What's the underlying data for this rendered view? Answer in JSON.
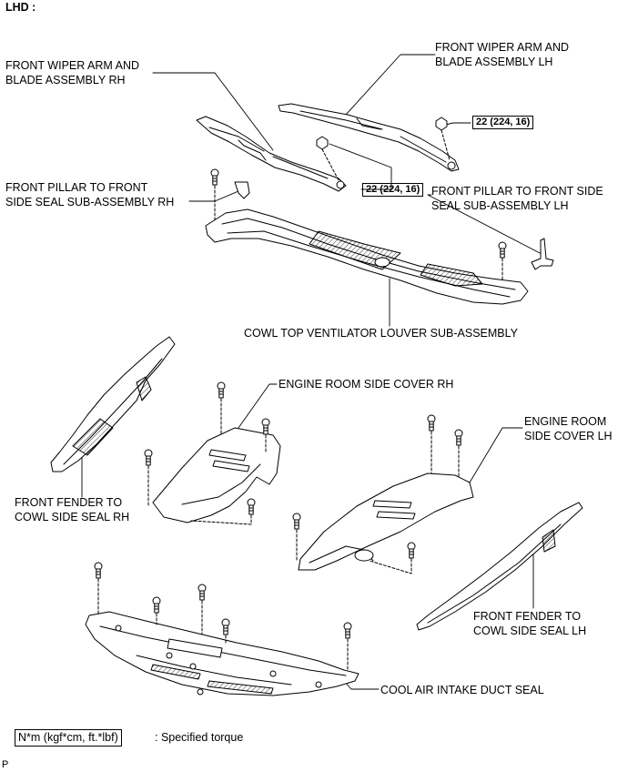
{
  "header": {
    "mode": "LHD :"
  },
  "labels": {
    "wiper_rh": "FRONT WIPER ARM AND\nBLADE ASSEMBLY RH",
    "wiper_lh": "FRONT WIPER ARM AND\nBLADE ASSEMBLY LH",
    "pillar_rh": "FRONT PILLAR TO FRONT\nSIDE SEAL SUB-ASSEMBLY RH",
    "pillar_lh": "FRONT PILLAR TO FRONT SIDE\nSEAL SUB-ASSEMBLY LH",
    "louver": "COWL TOP VENTILATOR LOUVER SUB-ASSEMBLY",
    "engine_rh": "ENGINE ROOM SIDE COVER RH",
    "engine_lh": "ENGINE ROOM\nSIDE COVER LH",
    "fender_rh": "FRONT FENDER TO\nCOWL SIDE SEAL RH",
    "fender_lh": "FRONT FENDER TO\nCOWL SIDE SEAL LH",
    "duct": "COOL AIR INTAKE DUCT SEAL"
  },
  "torques": {
    "right_nut": "22 (224, 16)",
    "left_nut": "22 (224, 16)"
  },
  "legend": {
    "unit": "N*m (kgf*cm, ft.*lbf)",
    "text": ": Specified torque"
  },
  "footer": {
    "code": "P"
  }
}
